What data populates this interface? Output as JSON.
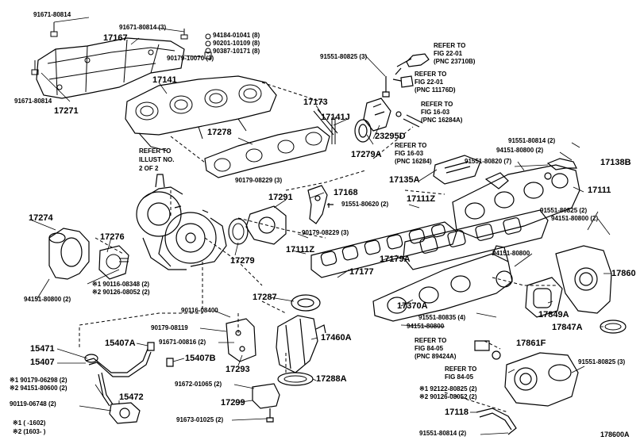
{
  "diagram_id": "178600A",
  "labels": {
    "l_91671_80814_a": "91671-80814",
    "l_91671_80814_3": "91671-80814 (3)",
    "l_94184_01041": "94184-01041 (8)",
    "l_90201_10109": "90201-10109 (8)",
    "l_90387_10171": "90387-10171 (8)",
    "l_17167": "17167",
    "l_90179_10070": "90179-10070 (3)",
    "l_17141": "17141",
    "l_91671_80814_b": "91671-80814",
    "l_17271": "17271",
    "l_91551_80825_3a": "91551-80825 (3)",
    "l_ref_22_01a_1": "REFER TO",
    "l_ref_22_01a_2": "FIG 22-01",
    "l_ref_22_01a_3": "(PNC 23710B)",
    "l_ref_22_01b_1": "REFER TO",
    "l_ref_22_01b_2": "FIG 22-01",
    "l_ref_22_01b_3": "(PNC 11176D)",
    "l_ref_16_03a_1": "REFER TO",
    "l_ref_16_03a_2": "FIG 16-03",
    "l_ref_16_03a_3": "(PNC 16284A)",
    "l_17173": "17173",
    "l_17141J": "17141J",
    "l_17278": "17278",
    "l_23295D": "23295D",
    "l_ref_16_03b_1": "REFER TO",
    "l_ref_16_03b_2": "FIG 16-03",
    "l_ref_16_03b_3": "(PNC 16284)",
    "l_17279A": "17279A",
    "l_91551_80814_2a": "91551-80814 (2)",
    "l_94151_80800_2a": "94151-80800 (2)",
    "l_17138B": "17138B",
    "l_91551_80820_7": "91551-80820 (7)",
    "l_17135A": "17135A",
    "l_17111": "17111",
    "l_refer_illust_1": "REFER TO",
    "l_refer_illust_2": "ILLUST NO.",
    "l_refer_illust_3": "2 OF 2",
    "l_90179_08229_3a": "90179-08229 (3)",
    "l_17168": "17168",
    "l_17291": "17291",
    "l_91551_80620": "91551-80620 (2)",
    "l_17111Z_a": "17111Z",
    "l_17274": "17274",
    "l_90179_08229_3b": "90179-08229 (3)",
    "l_91551_80825_2": "91551-80825 (2)",
    "l_94151_80800_2b": "94151-80800 (2)",
    "l_17276": "17276",
    "l_17279": "17279",
    "l_17111Z_b": "17111Z",
    "l_17177": "17177",
    "l_17179A": "17179A",
    "l_94151_80800_single": "94151-80800",
    "l_17860": "17860",
    "l_note1_90116": "※1 90116-08348 (2)",
    "l_note2_90126_a": "※2 90126-08052 (2)",
    "l_94151_80800_2c": "94151-80800 (2)",
    "l_17287": "17287",
    "l_17370A": "17370A",
    "l_17849A": "17849A",
    "l_90116_08400": "90116-08400",
    "l_91551_80835": "91551-80835 (4)",
    "l_94151_80800_b": "94151-80800",
    "l_17847A": "17847A",
    "l_90179_08119": "90179-08119",
    "l_91671_00816": "91671-00816 (2)",
    "l_17460A": "17460A",
    "l_15471": "15471",
    "l_15407A": "15407A",
    "l_15407": "15407",
    "l_15407B": "15407B",
    "l_17293": "17293",
    "l_ref_84_05a_1": "REFER TO",
    "l_ref_84_05a_2": "FIG 84-05",
    "l_ref_84_05a_3": "(PNC 89424A)",
    "l_17861F": "17861F",
    "l_91551_80825_3b": "91551-80825 (3)",
    "l_note1_90179": "※1 90179-06298 (2)",
    "l_note2_94151": "※2 94151-80600 (2)",
    "l_91672_01065": "91672-01065 (2)",
    "l_17288A": "17288A",
    "l_ref_84_05b_1": "REFER TO",
    "l_ref_84_05b_2": "FIG 84-05",
    "l_note1_92122": "※1 92122-80825 (2)",
    "l_note2_90126_b": "※2 90126-08052 (2)",
    "l_15472": "15472",
    "l_90119_06748": "90119-06748 (2)",
    "l_17299": "17299",
    "l_17118": "17118",
    "l_91673_01025": "91673-01025 (2)",
    "l_91551_80814_2b": "91551-80814 (2)",
    "l_legend1": "※1 (     -1602)",
    "l_legend2": "※2 (1603-     )",
    "l_178600A": "178600A"
  },
  "colors": {
    "ink": "#000000",
    "paper": "#ffffff"
  }
}
